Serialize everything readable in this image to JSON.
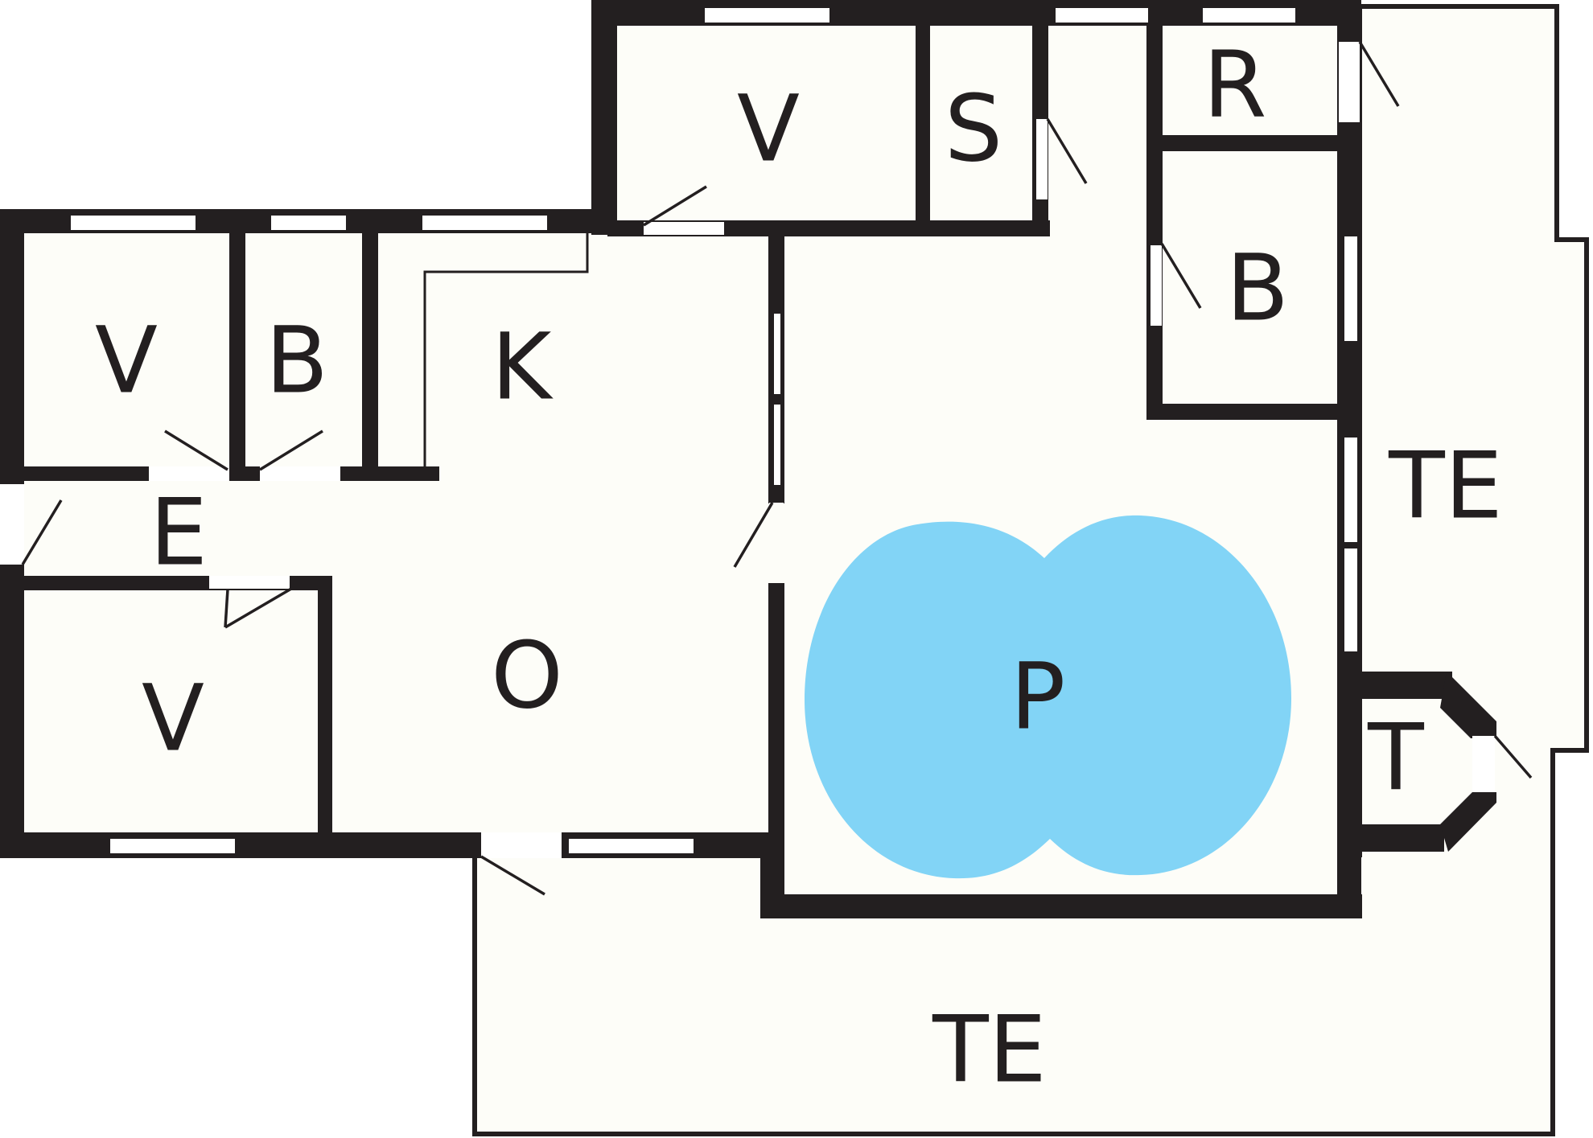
{
  "plan": {
    "colors": {
      "wall": "#231f20",
      "floor": "#fdfdf8",
      "pool": "#82d4f6",
      "window": "#ffffff"
    },
    "rooms": [
      {
        "id": "v-top",
        "label": "V"
      },
      {
        "id": "s",
        "label": "S"
      },
      {
        "id": "r",
        "label": "R"
      },
      {
        "id": "v-left",
        "label": "V"
      },
      {
        "id": "b-left",
        "label": "B"
      },
      {
        "id": "k",
        "label": "K"
      },
      {
        "id": "b-right",
        "label": "B"
      },
      {
        "id": "te-right",
        "label": "TE"
      },
      {
        "id": "e",
        "label": "E"
      },
      {
        "id": "o",
        "label": "O"
      },
      {
        "id": "p",
        "label": "P"
      },
      {
        "id": "t",
        "label": "T"
      },
      {
        "id": "v-bottom",
        "label": "V"
      },
      {
        "id": "te-bottom",
        "label": "TE"
      }
    ]
  }
}
